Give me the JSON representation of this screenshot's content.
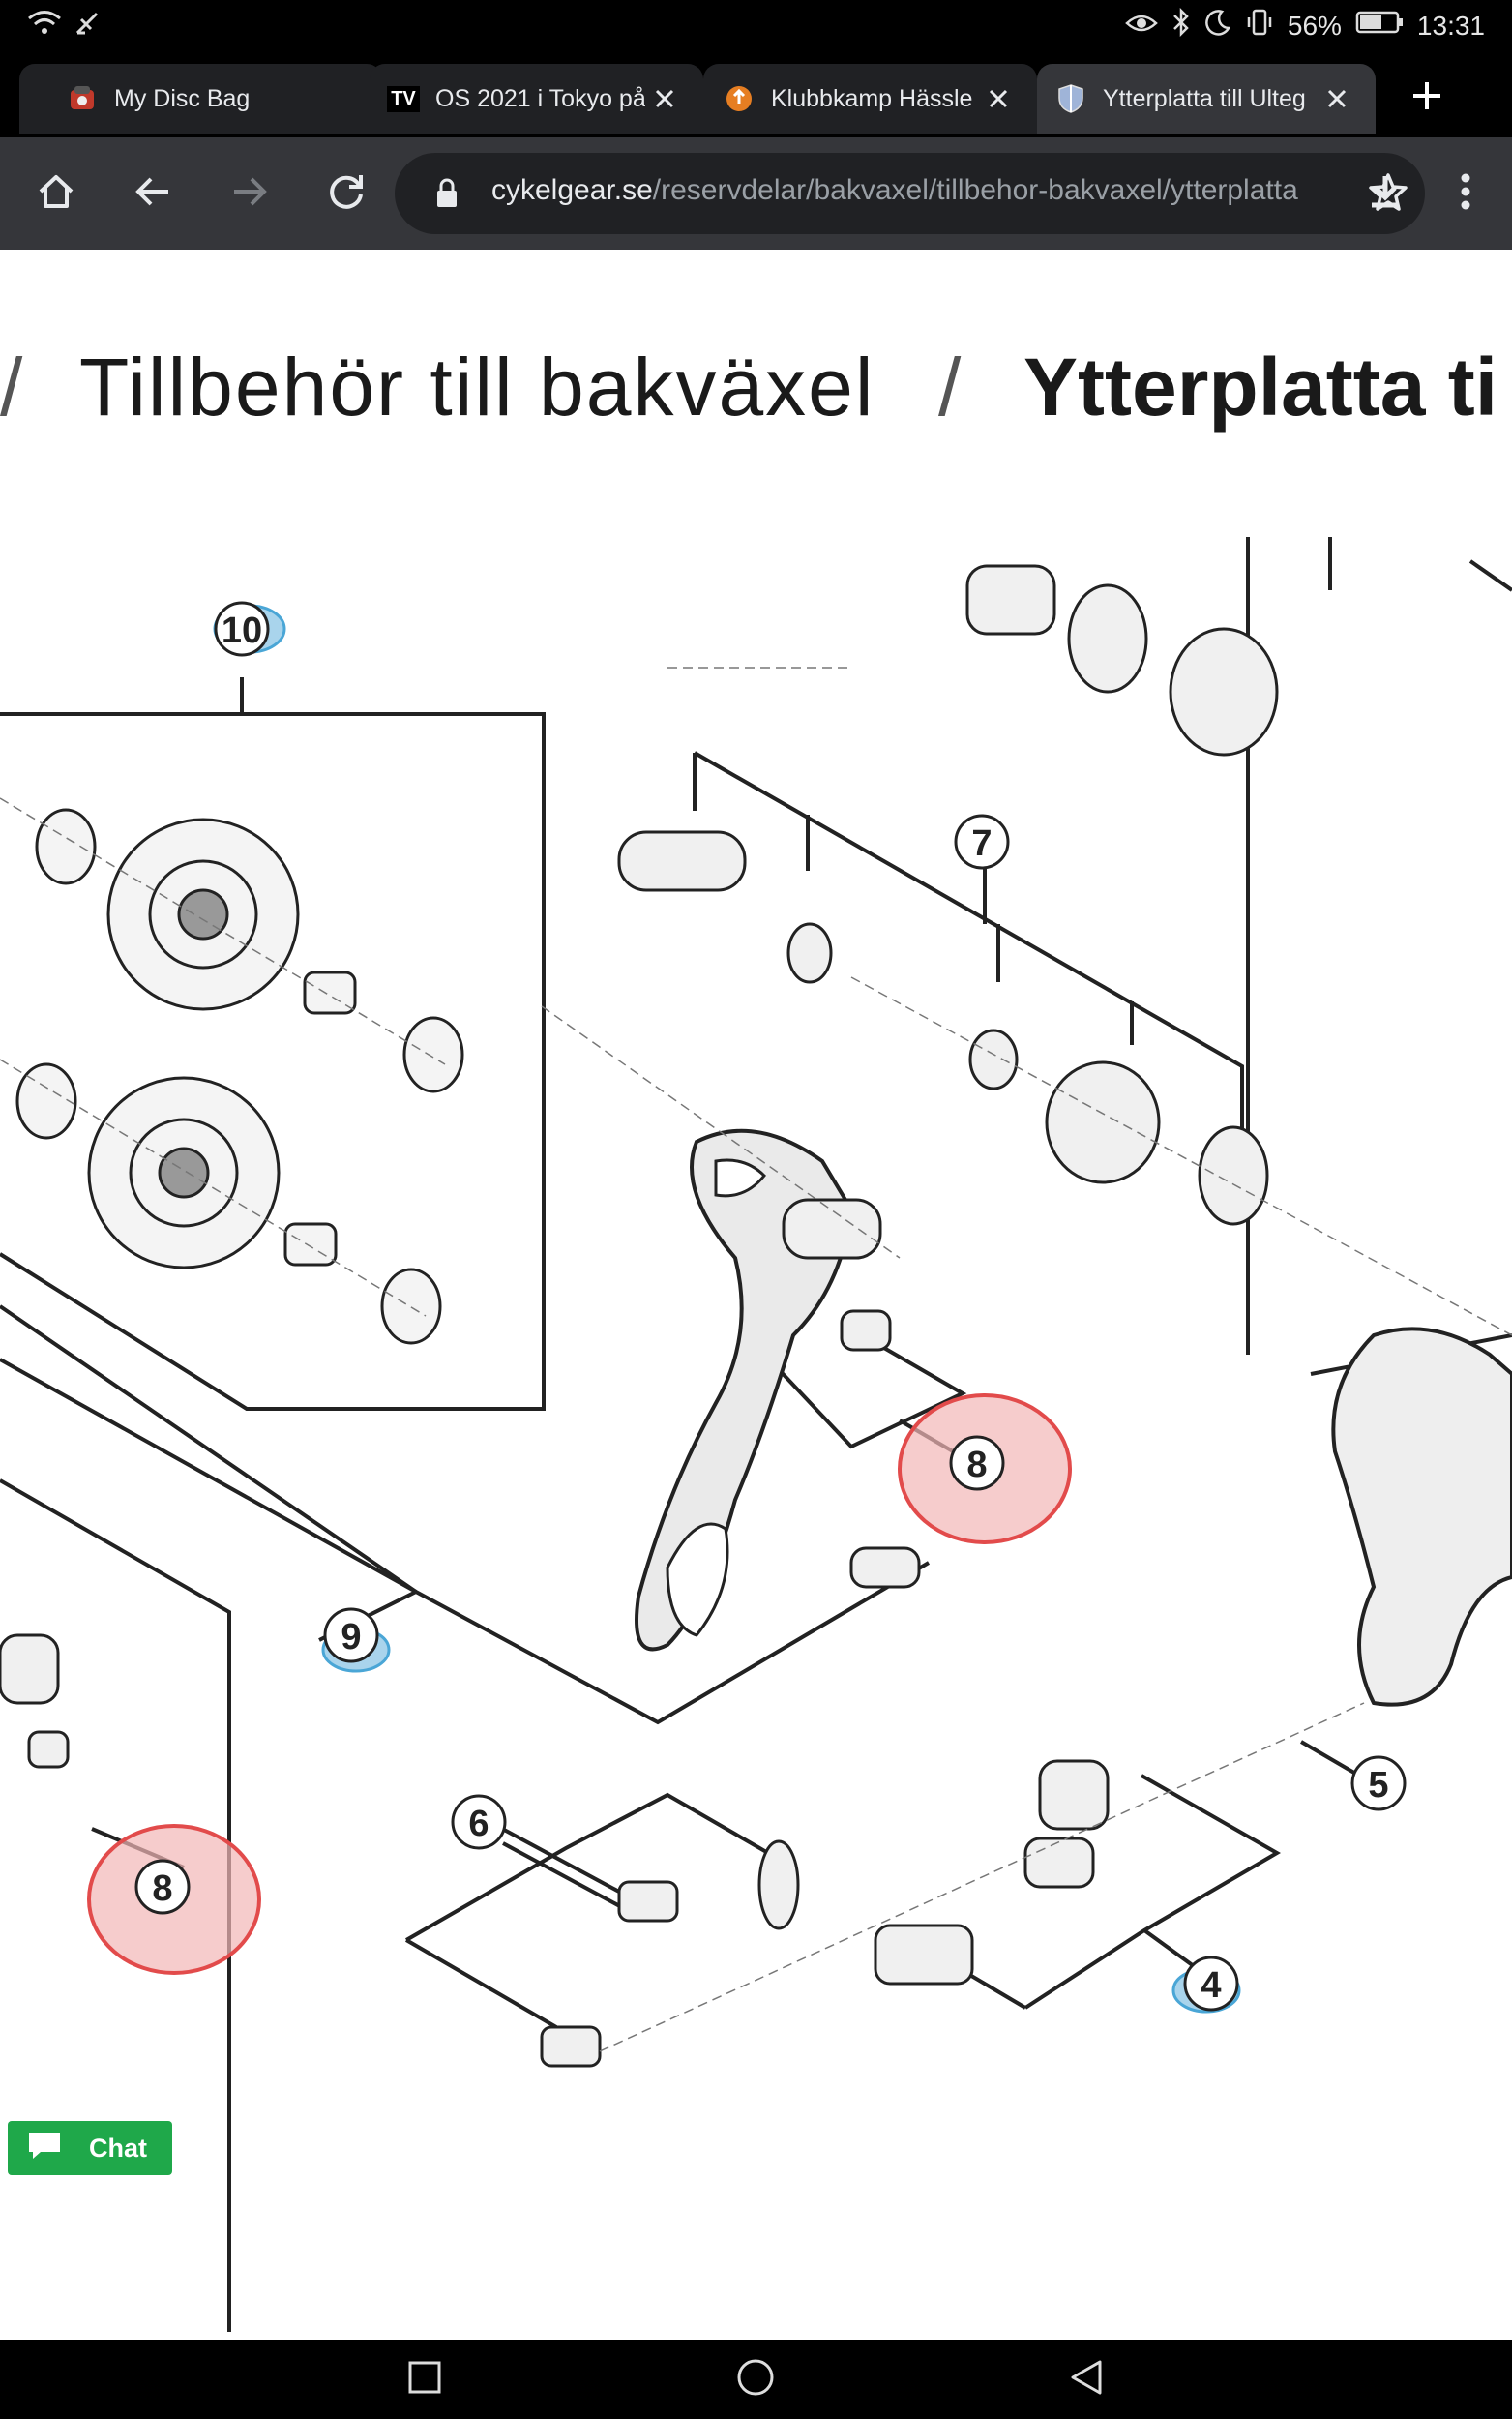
{
  "status_bar": {
    "battery": "56%",
    "time": "13:31"
  },
  "tabs": [
    {
      "title": "My Disc Bag",
      "active": false
    },
    {
      "title": "OS 2021 i Tokyo på",
      "active": false
    },
    {
      "title": "Klubbkamp Hässle",
      "active": false
    },
    {
      "title": "Ytterplatta till Ulteg",
      "active": true
    }
  ],
  "tab_favicons": {
    "os_tab": "TV"
  },
  "address_bar": {
    "host": "cykelgear.se",
    "path": "/reservdelar/bakvaxel/tillbehor-bakvaxel/ytterplatta"
  },
  "breadcrumb": {
    "separator": "/",
    "items": [
      "Tillbehör till bakväxel",
      "Ytterplatta ti"
    ]
  },
  "diagram": {
    "callouts": [
      "10",
      "7",
      "8",
      "9",
      "8",
      "6",
      "5",
      "4"
    ],
    "highlight_red": "#e24b4b",
    "highlight_blue": "#4aa6d6"
  },
  "chat_widget": {
    "label": "Chat",
    "color": "#1fa84a"
  },
  "icons": [
    "wifi-icon",
    "eye-icon",
    "bluetooth-icon",
    "moon-icon",
    "vibrate-icon",
    "battery-icon",
    "home-icon",
    "back-icon",
    "forward-icon",
    "reload-icon",
    "lock-icon",
    "star-icon",
    "download-icon",
    "menu-icon",
    "close-icon",
    "plus-icon",
    "chat-icon",
    "recents-icon",
    "android-home-icon",
    "android-back-icon"
  ]
}
